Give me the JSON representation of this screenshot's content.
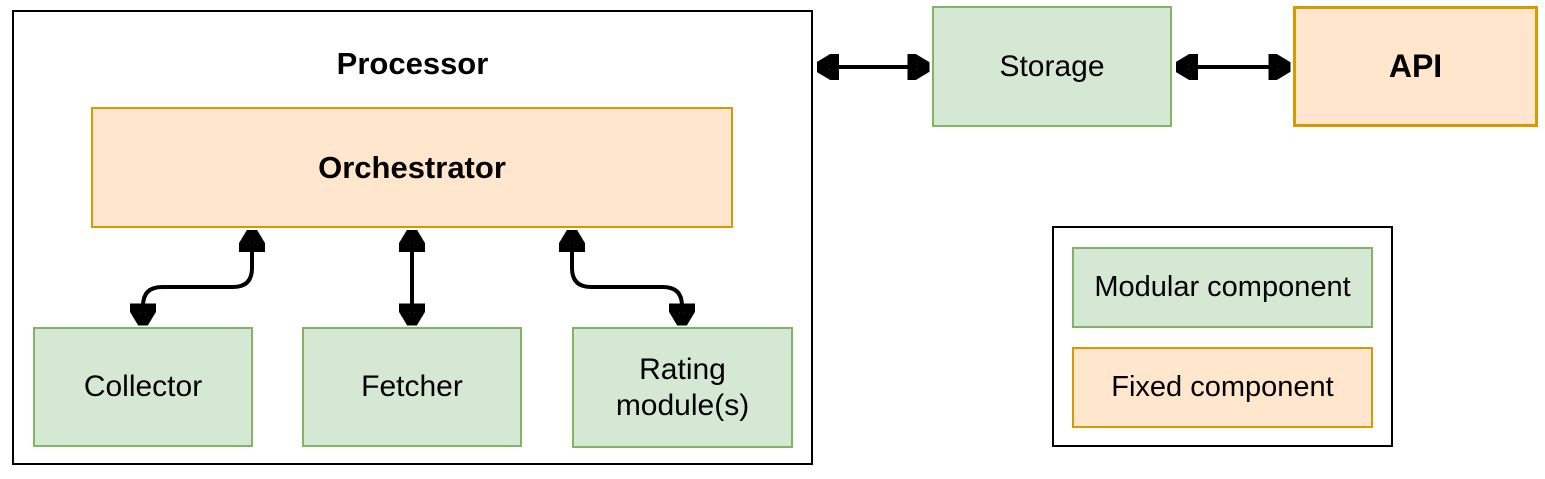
{
  "diagram": {
    "title": "Processor",
    "nodes": {
      "processor": {
        "label": "Processor"
      },
      "orchestrator": {
        "label": "Orchestrator"
      },
      "collector": {
        "label": "Collector"
      },
      "fetcher": {
        "label": "Fetcher"
      },
      "rating": {
        "label": "Rating module(s)"
      },
      "storage": {
        "label": "Storage"
      },
      "api": {
        "label": "API"
      }
    },
    "legend": {
      "modular": {
        "label": "Modular component"
      },
      "fixed": {
        "label": "Fixed component"
      }
    },
    "connections": [
      {
        "from": "Orchestrator",
        "to": "Collector",
        "style": "s-curve, double-headed"
      },
      {
        "from": "Orchestrator",
        "to": "Fetcher",
        "style": "straight, double-headed"
      },
      {
        "from": "Orchestrator",
        "to": "Rating module(s)",
        "style": "s-curve, double-headed"
      },
      {
        "from": "Processor",
        "to": "Storage",
        "style": "straight, double-headed"
      },
      {
        "from": "Storage",
        "to": "API",
        "style": "straight, double-headed"
      }
    ],
    "colors": {
      "modular_fill": "#d5e8d4",
      "modular_border": "#82b366",
      "fixed_fill": "#ffe6cc",
      "fixed_border": "#d79b00",
      "frame_border": "#000000",
      "arrow": "#000000",
      "background": "#ffffff",
      "text": "#000000"
    }
  }
}
